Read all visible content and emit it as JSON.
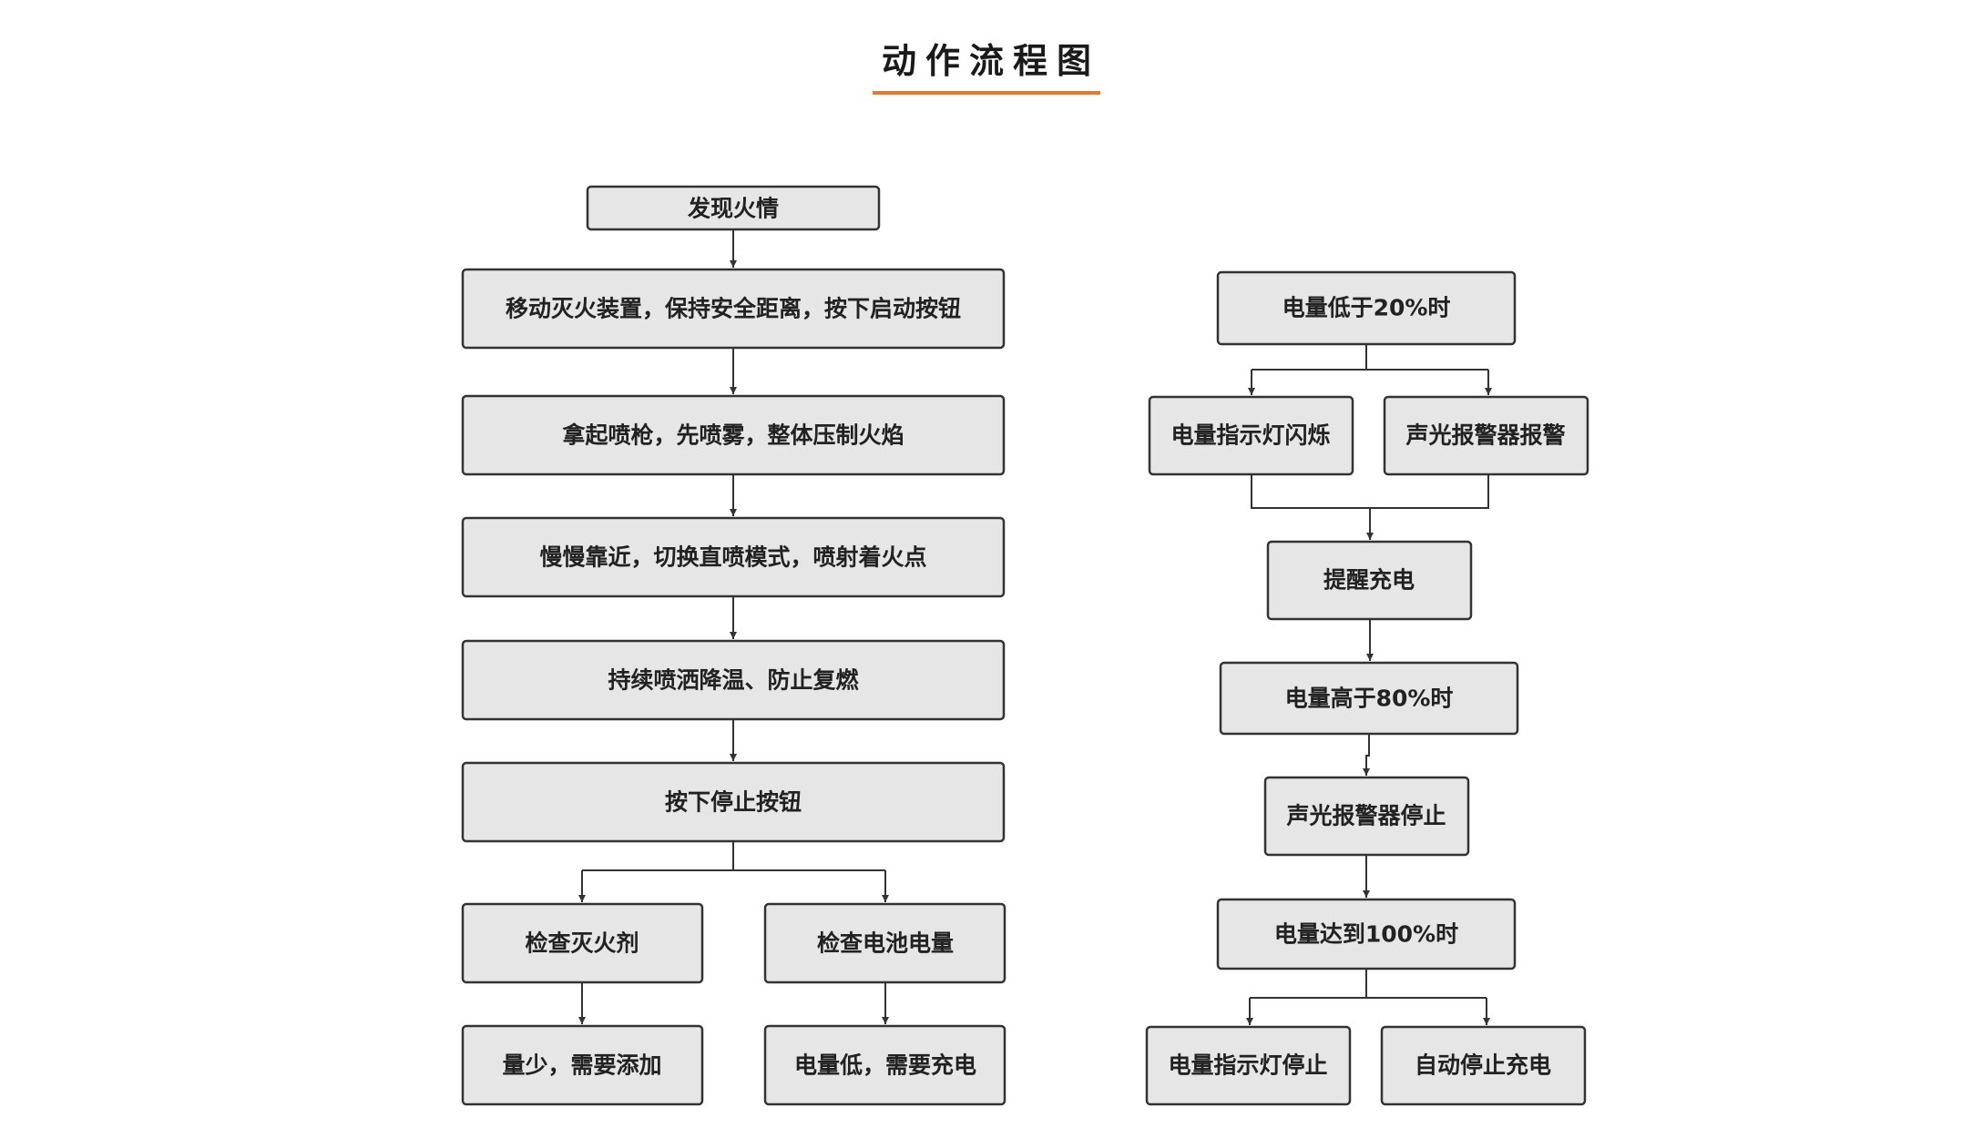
{
  "title": "动作流程图",
  "colors": {
    "title_underline": "#e8782a",
    "node_fill": "#e6e6e6",
    "node_stroke": "#333333",
    "edge": "#333333"
  },
  "nodes": {
    "fire_found": "发现火情",
    "move_device": "移动灭火装置，保持安全距离，按下启动按钮",
    "spray_mist": "拿起喷枪，先喷雾，整体压制火焰",
    "direct_spray": "慢慢靠近，切换直喷模式，喷射着火点",
    "cool_down": "持续喷洒降温、防止复燃",
    "press_stop": "按下停止按钮",
    "check_agent": "检查灭火剂",
    "check_battery": "检查电池电量",
    "add_agent": "量少，需要添加",
    "need_charge": "电量低，需要充电",
    "battery_below_20": "电量低于20%时",
    "indicator_flash": "电量指示灯闪烁",
    "alarm_on": "声光报警器报警",
    "remind_charge": "提醒充电",
    "battery_above_80": "电量高于80%时",
    "alarm_stop": "声光报警器停止",
    "battery_100": "电量达到100%时",
    "indicator_stop": "电量指示灯停止",
    "auto_stop_charge": "自动停止充电"
  }
}
